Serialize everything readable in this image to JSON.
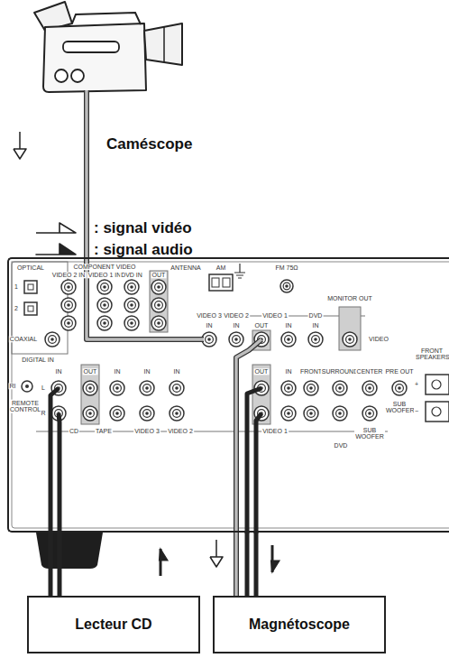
{
  "diagram": {
    "nodes": [
      {
        "text": [
          "Caméscope"
        ]
      },
      {
        "text": [
          "OPTICAL",
          "1",
          "2",
          "COAXIAL",
          "DIGITAL IN",
          "COMPONENT VIDEO",
          "VIDEO 2 IN",
          "VIDEO 1 IN",
          "DVD IN",
          "OUT",
          "ANTENNA",
          "AM",
          "FM 75Ω",
          "VIDEO 3",
          "IN",
          "VIDEO 2",
          "IN",
          "VIDEO 1",
          "OUT",
          "IN",
          "DVD",
          "IN",
          "MONITOR OUT",
          "VIDEO",
          "IN",
          "OUT",
          "IN",
          "IN",
          "IN",
          "OUT",
          "IN",
          "FRONT",
          "SURROUND",
          "CENTER",
          "PRE OUT",
          "L",
          "R",
          "CD",
          "TAPE",
          "VIDEO 3",
          "VIDEO 2",
          "VIDEO 1",
          "DVD",
          "SUB WOOFER",
          "SUB WOOFER",
          "RI",
          "REMOTE CONTROL",
          "FRONT SPEAKERS",
          "+",
          "−"
        ]
      },
      {
        "text": [
          "Lecteur CD"
        ]
      },
      {
        "text": [
          "Magnétoscope"
        ]
      }
    ],
    "edges": [
      {
        "from": 0,
        "to": 1,
        "arrow": "to"
      },
      {
        "from": 2,
        "to": 1,
        "arrow": "to"
      },
      {
        "from": 1,
        "to": 3,
        "arrow": "to"
      }
    ],
    "legend": [
      {
        "text": ": signal vidéo"
      },
      {
        "text": ": signal audio"
      }
    ]
  }
}
